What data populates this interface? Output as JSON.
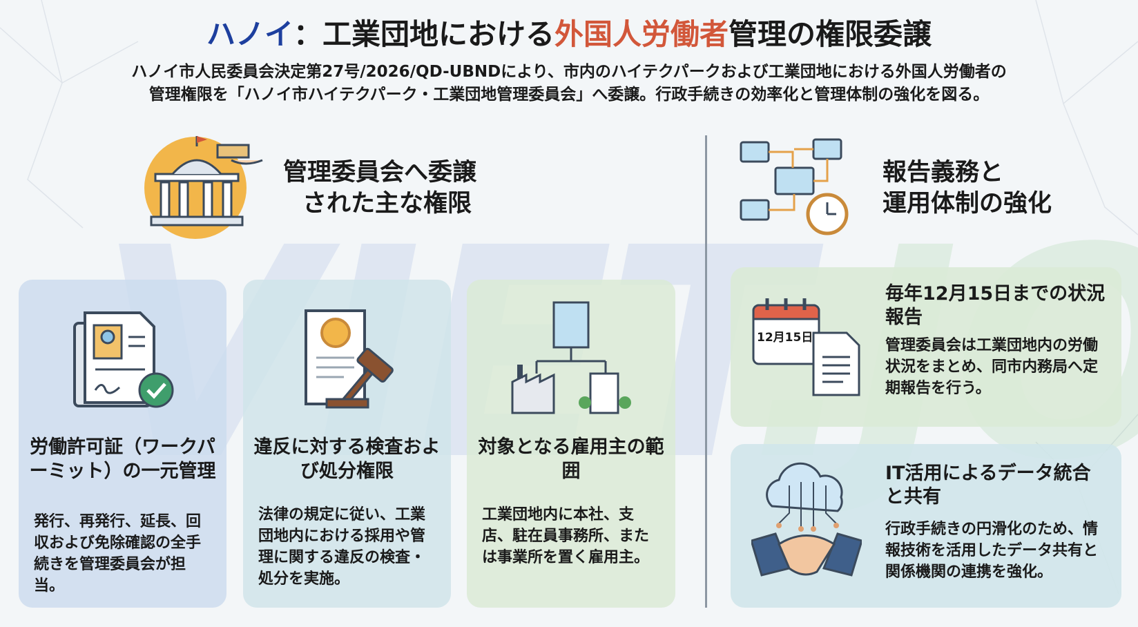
{
  "watermark": {
    "part1": "VIET",
    "part2": ".JO"
  },
  "header": {
    "title_blue": "ハノイ",
    "title_sep": "：",
    "title_black1": "工業団地における",
    "title_red": "外国人労働者",
    "title_black2": "管理の権限委譲",
    "subtitle_line1": "ハノイ市人民委員会決定第27号/2026/QD-UBNDにより、市内のハイテクパークおよび工業団地における外国人労働者の",
    "subtitle_line2": "管理権限を「ハノイ市ハイテクパーク・工業団地管理委員会」へ委譲。行政手続きの効率化と管理体制の強化を図る。"
  },
  "left_section": {
    "heading_line1": "管理委員会へ委譲",
    "heading_line2": "された主な権限",
    "cards": [
      {
        "title": "労働許可証（ワークパーミット）の一元管理",
        "body": "発行、再発行、延長、回収および免除確認の全手続きを管理委員会が担当。",
        "icon": "work-permit-icon"
      },
      {
        "title": "違反に対する検査および処分権限",
        "body": "法律の規定に従い、工業団地内における採用や管理に関する違反の検査・処分を実施。",
        "icon": "gavel-document-icon"
      },
      {
        "title": "対象となる雇用主の範囲",
        "body": "工業団地内に本社、支店、駐在員事務所、または事業所を置く雇用主。",
        "icon": "buildings-network-icon"
      }
    ]
  },
  "right_section": {
    "heading_line1": "報告義務と",
    "heading_line2": "運用体制の強化",
    "cards": [
      {
        "title": "毎年12月15日までの状況報告",
        "body": "管理委員会は工業団地内の労働状況をまとめ、同市内務局へ定期報告を行う。",
        "icon_label": "12月15日"
      },
      {
        "title": "IT活用によるデータ統合と共有",
        "body": "行政手続きの円滑化のため、情報技術を活用したデータ共有と関係機関の連携を強化。"
      }
    ]
  },
  "colors": {
    "blue": "#1d3f9e",
    "red": "#d2573a",
    "card_blue": "#dbe6f2",
    "card_teal": "#dbeaee",
    "card_green": "#e1eedf"
  }
}
